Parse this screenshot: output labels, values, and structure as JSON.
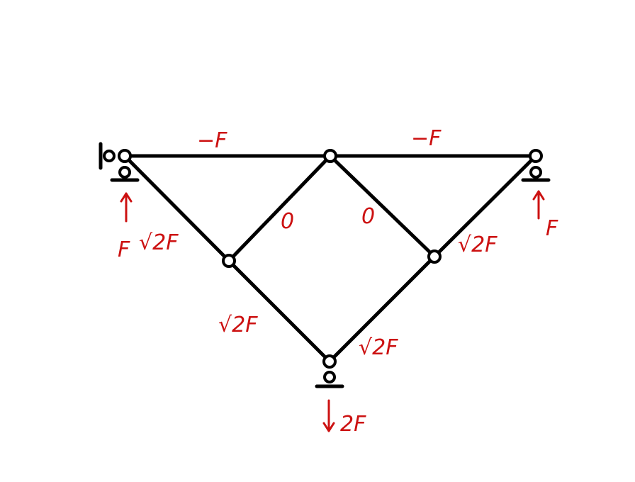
{
  "diagram": {
    "ink_color": "#000000",
    "label_color": "#cc1111",
    "members": [
      {
        "id": "top-left",
        "label": "−F"
      },
      {
        "id": "top-right",
        "label": "−F"
      },
      {
        "id": "inner-left",
        "label": "0"
      },
      {
        "id": "inner-right",
        "label": "0"
      },
      {
        "id": "left-upper-diagonal",
        "label": "√2F"
      },
      {
        "id": "right-upper-diagonal",
        "label": "√2F"
      },
      {
        "id": "left-lower-diagonal",
        "label": "√2F"
      },
      {
        "id": "right-lower-diagonal",
        "label": "√2F"
      }
    ],
    "reactions": {
      "left": {
        "label": "F",
        "direction": "up"
      },
      "right": {
        "label": "F",
        "direction": "up"
      },
      "bottom": {
        "label": "2F",
        "direction": "down"
      }
    }
  }
}
